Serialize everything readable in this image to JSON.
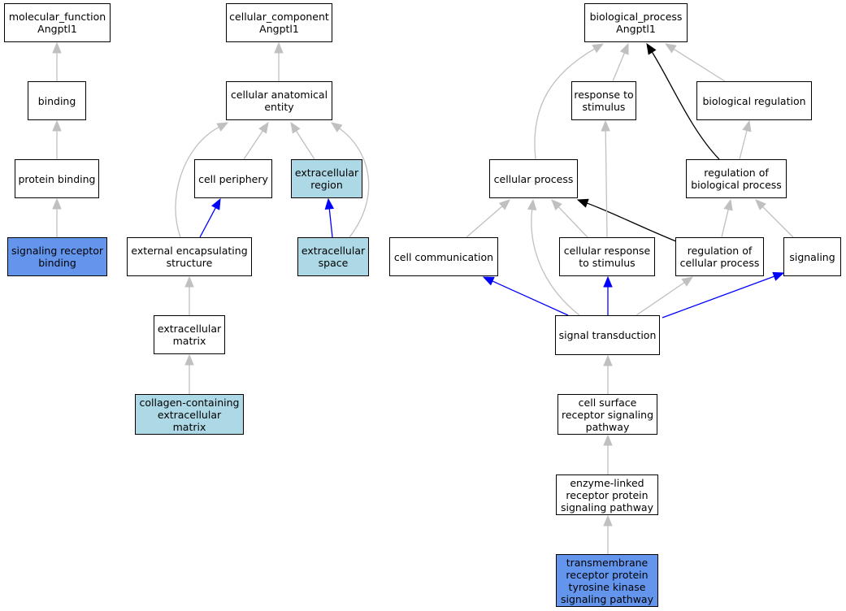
{
  "colors": {
    "node_default": "#ffffff",
    "node_light": "#add8e6",
    "node_blue": "#6495ed",
    "edge_gray": "#c0c0c0",
    "edge_blue": "#0000ff",
    "edge_black": "#000000"
  },
  "nodes": [
    {
      "id": "mf_root",
      "label": "molecular_function\nAngptl1",
      "fill": "default"
    },
    {
      "id": "binding",
      "label": "binding",
      "fill": "default"
    },
    {
      "id": "protein_binding",
      "label": "protein binding",
      "fill": "default"
    },
    {
      "id": "signaling_receptor_binding",
      "label": "signaling receptor\nbinding",
      "fill": "blue"
    },
    {
      "id": "cc_root",
      "label": "cellular_component\nAngptl1",
      "fill": "default"
    },
    {
      "id": "cellular_anatomical_entity",
      "label": "cellular anatomical\nentity",
      "fill": "default"
    },
    {
      "id": "cell_periphery",
      "label": "cell periphery",
      "fill": "default"
    },
    {
      "id": "extracellular_region",
      "label": "extracellular\nregion",
      "fill": "light"
    },
    {
      "id": "external_encapsulating_structure",
      "label": "external encapsulating\nstructure",
      "fill": "default"
    },
    {
      "id": "extracellular_space",
      "label": "extracellular\nspace",
      "fill": "light"
    },
    {
      "id": "extracellular_matrix",
      "label": "extracellular\nmatrix",
      "fill": "default"
    },
    {
      "id": "collagen_matrix",
      "label": "collagen-containing\nextracellular\nmatrix",
      "fill": "light"
    },
    {
      "id": "bp_root",
      "label": "biological_process\nAngptl1",
      "fill": "default"
    },
    {
      "id": "response_to_stimulus",
      "label": "response to\nstimulus",
      "fill": "default"
    },
    {
      "id": "biological_regulation",
      "label": "biological regulation",
      "fill": "default"
    },
    {
      "id": "cellular_process",
      "label": "cellular process",
      "fill": "default"
    },
    {
      "id": "regulation_biological_process",
      "label": "regulation of\nbiological process",
      "fill": "default"
    },
    {
      "id": "cell_communication",
      "label": "cell communication",
      "fill": "default"
    },
    {
      "id": "cellular_response_to_stimulus",
      "label": "cellular response\nto stimulus",
      "fill": "default"
    },
    {
      "id": "regulation_cellular_process",
      "label": "regulation of\ncellular process",
      "fill": "default"
    },
    {
      "id": "signaling",
      "label": "signaling",
      "fill": "default"
    },
    {
      "id": "signal_transduction",
      "label": "signal transduction",
      "fill": "default"
    },
    {
      "id": "cell_surface_receptor_signaling",
      "label": "cell surface\nreceptor signaling\npathway",
      "fill": "default"
    },
    {
      "id": "enzyme_linked_receptor",
      "label": "enzyme-linked\nreceptor protein\nsignaling pathway",
      "fill": "default"
    },
    {
      "id": "transmembrane_rtk",
      "label": "transmembrane\nreceptor protein\ntyrosine kinase\nsignaling pathway",
      "fill": "blue"
    }
  ],
  "edges": [
    {
      "from": "binding",
      "to": "mf_root",
      "color": "gray"
    },
    {
      "from": "protein_binding",
      "to": "binding",
      "color": "gray"
    },
    {
      "from": "signaling_receptor_binding",
      "to": "protein_binding",
      "color": "gray"
    },
    {
      "from": "cellular_anatomical_entity",
      "to": "cc_root",
      "color": "gray"
    },
    {
      "from": "cell_periphery",
      "to": "cellular_anatomical_entity",
      "color": "gray"
    },
    {
      "from": "extracellular_region",
      "to": "cellular_anatomical_entity",
      "color": "gray"
    },
    {
      "from": "external_encapsulating_structure",
      "to": "cellular_anatomical_entity",
      "color": "gray"
    },
    {
      "from": "external_encapsulating_structure",
      "to": "cell_periphery",
      "color": "blue"
    },
    {
      "from": "extracellular_space",
      "to": "extracellular_region",
      "color": "blue"
    },
    {
      "from": "extracellular_space",
      "to": "cellular_anatomical_entity",
      "color": "gray"
    },
    {
      "from": "extracellular_matrix",
      "to": "external_encapsulating_structure",
      "color": "gray"
    },
    {
      "from": "collagen_matrix",
      "to": "extracellular_matrix",
      "color": "gray"
    },
    {
      "from": "response_to_stimulus",
      "to": "bp_root",
      "color": "gray"
    },
    {
      "from": "biological_regulation",
      "to": "bp_root",
      "color": "gray"
    },
    {
      "from": "cellular_process",
      "to": "bp_root",
      "color": "gray"
    },
    {
      "from": "regulation_biological_process",
      "to": "bp_root",
      "color": "black"
    },
    {
      "from": "regulation_biological_process",
      "to": "biological_regulation",
      "color": "gray"
    },
    {
      "from": "cell_communication",
      "to": "cellular_process",
      "color": "gray"
    },
    {
      "from": "cellular_response_to_stimulus",
      "to": "cellular_process",
      "color": "gray"
    },
    {
      "from": "cellular_response_to_stimulus",
      "to": "response_to_stimulus",
      "color": "gray"
    },
    {
      "from": "regulation_cellular_process",
      "to": "cellular_process",
      "color": "black"
    },
    {
      "from": "regulation_cellular_process",
      "to": "regulation_biological_process",
      "color": "gray"
    },
    {
      "from": "signaling",
      "to": "regulation_biological_process",
      "color": "gray"
    },
    {
      "from": "signal_transduction",
      "to": "cell_communication",
      "color": "blue"
    },
    {
      "from": "signal_transduction",
      "to": "cellular_process",
      "color": "gray"
    },
    {
      "from": "signal_transduction",
      "to": "cellular_response_to_stimulus",
      "color": "blue"
    },
    {
      "from": "signal_transduction",
      "to": "regulation_cellular_process",
      "color": "gray"
    },
    {
      "from": "signal_transduction",
      "to": "signaling",
      "color": "blue"
    },
    {
      "from": "cell_surface_receptor_signaling",
      "to": "signal_transduction",
      "color": "gray"
    },
    {
      "from": "enzyme_linked_receptor",
      "to": "cell_surface_receptor_signaling",
      "color": "gray"
    },
    {
      "from": "transmembrane_rtk",
      "to": "enzyme_linked_receptor",
      "color": "gray"
    }
  ]
}
